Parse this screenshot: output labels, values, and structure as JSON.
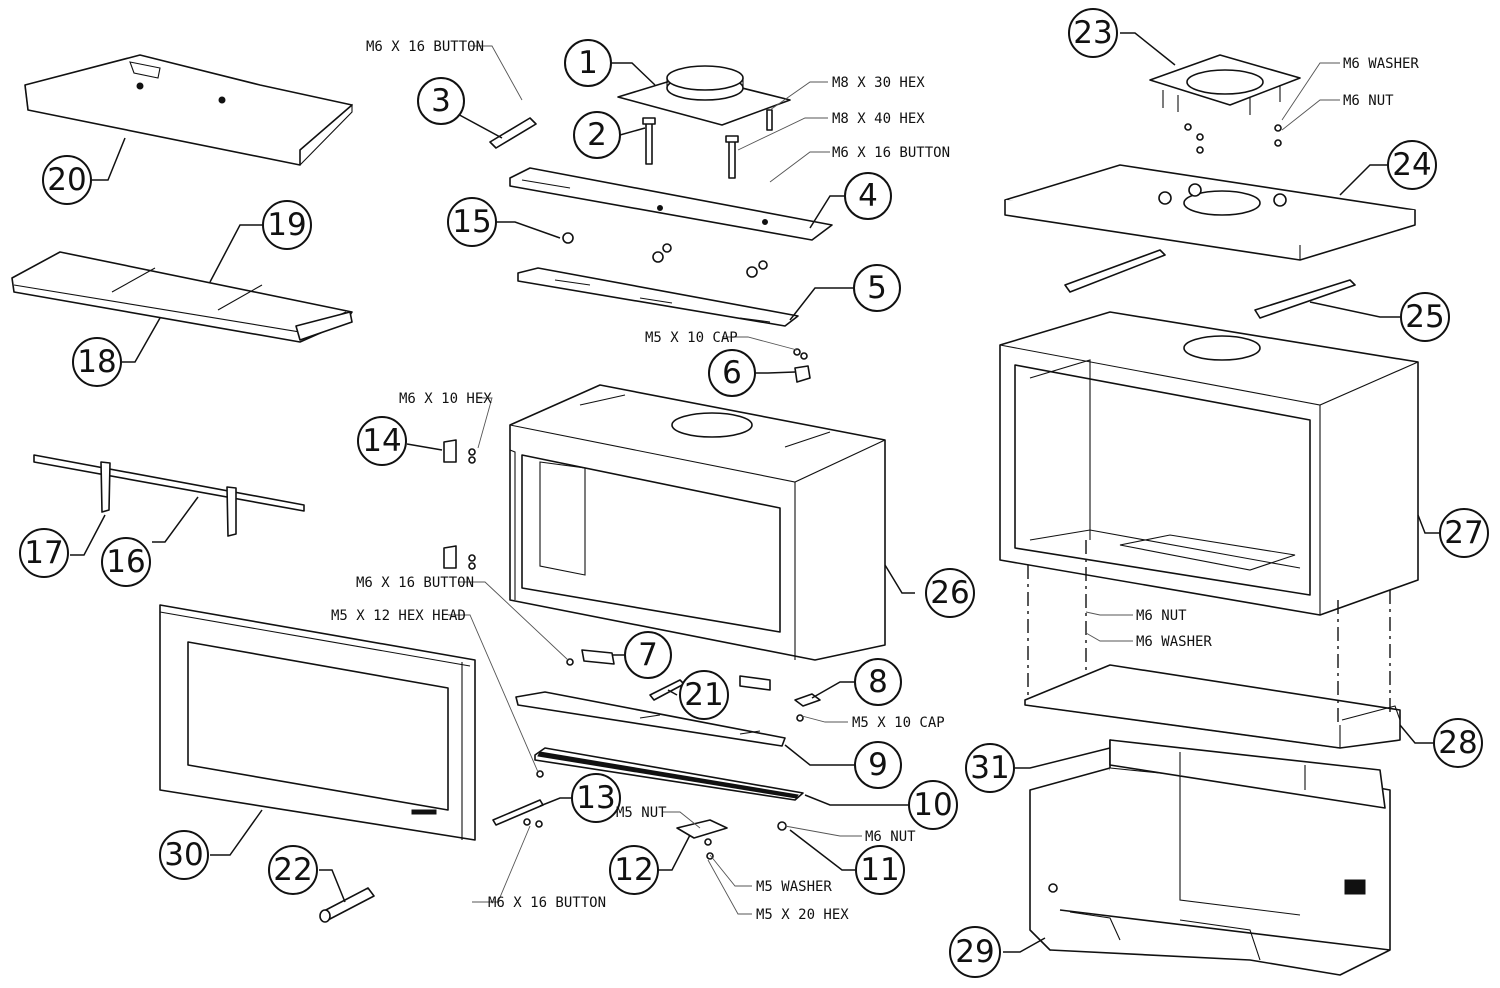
{
  "callouts": [
    "1",
    "2",
    "3",
    "4",
    "5",
    "6",
    "7",
    "8",
    "9",
    "10",
    "11",
    "12",
    "13",
    "14",
    "15",
    "16",
    "17",
    "18",
    "19",
    "20",
    "21",
    "22",
    "23",
    "24",
    "25",
    "26",
    "27",
    "28",
    "29",
    "30",
    "31"
  ],
  "hardware": {
    "m6x16_button_a": "M6 X 16 BUTTON",
    "m8x30_hex": "M8 X 30 HEX",
    "m8x40_hex": "M8 X 40 HEX",
    "m6x16_button_b": "M6 X 16 BUTTON",
    "m5x10_cap_a": "M5 X 10 CAP",
    "m6x10_hex": "M6 X 10 HEX",
    "m6x16_button_c": "M6 X 16 BUTTON",
    "m5x12_hex_head": "M5 X 12 HEX HEAD",
    "m5x10_cap_b": "M5 X 10 CAP",
    "m5_nut": "M5 NUT",
    "m6_nut_a": "M6 NUT",
    "m5_washer": "M5 WASHER",
    "m5x20_hex": "M5 X 20 HEX",
    "m6x16_button_d": "M6 X 16 BUTTON",
    "m6_washer_a": "M6 WASHER",
    "m6_nut_b": "M6 NUT",
    "m6_nut_c": "M6 NUT",
    "m6_washer_b": "M6 WASHER"
  }
}
